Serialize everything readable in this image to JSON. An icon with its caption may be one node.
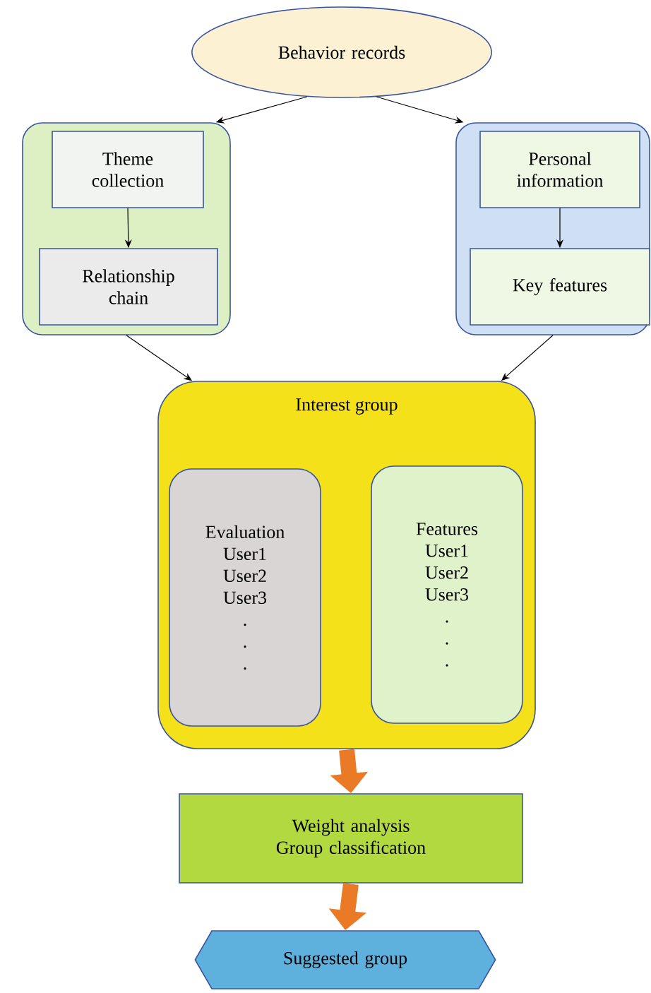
{
  "diagram": {
    "nodes": [
      {
        "text": [
          "Behavior records"
        ]
      },
      {
        "text": [],
        "shape": "box"
      },
      {
        "text": [
          "Theme collection"
        ],
        "in": 1
      },
      {
        "text": [
          "Relationship chain"
        ],
        "in": 1
      },
      {
        "text": [],
        "shape": "box"
      },
      {
        "text": [
          "Personal information"
        ],
        "in": 4
      },
      {
        "text": [
          "Key features"
        ],
        "in": 4
      },
      {
        "text": [
          "Interest group"
        ]
      },
      {
        "text": [
          "Evaluation",
          "User1",
          "User2",
          "User3",
          ".",
          ".",
          "."
        ],
        "in": 7
      },
      {
        "text": [
          "Features",
          "User1",
          "User2",
          "User3",
          ".",
          ".",
          "."
        ],
        "in": 7
      },
      {
        "text": [
          "Weight analysis",
          "Group classification"
        ]
      },
      {
        "text": [
          "Suggested group"
        ]
      }
    ],
    "edges": [
      {
        "from": 0,
        "to": 1,
        "arrow": "to"
      },
      {
        "from": 0,
        "to": 4,
        "arrow": "to"
      },
      {
        "from": 2,
        "to": 3,
        "arrow": "to"
      },
      {
        "from": 5,
        "to": 6,
        "arrow": "to"
      },
      {
        "from": 1,
        "to": 7,
        "arrow": "to"
      },
      {
        "from": 4,
        "to": 7,
        "arrow": "to"
      },
      {
        "from": 7,
        "to": 10,
        "arrow": "to",
        "style": "thick",
        "color": "#ea7a26"
      },
      {
        "from": 10,
        "to": 11,
        "arrow": "to",
        "style": "thick",
        "color": "#ea7a26"
      }
    ]
  }
}
